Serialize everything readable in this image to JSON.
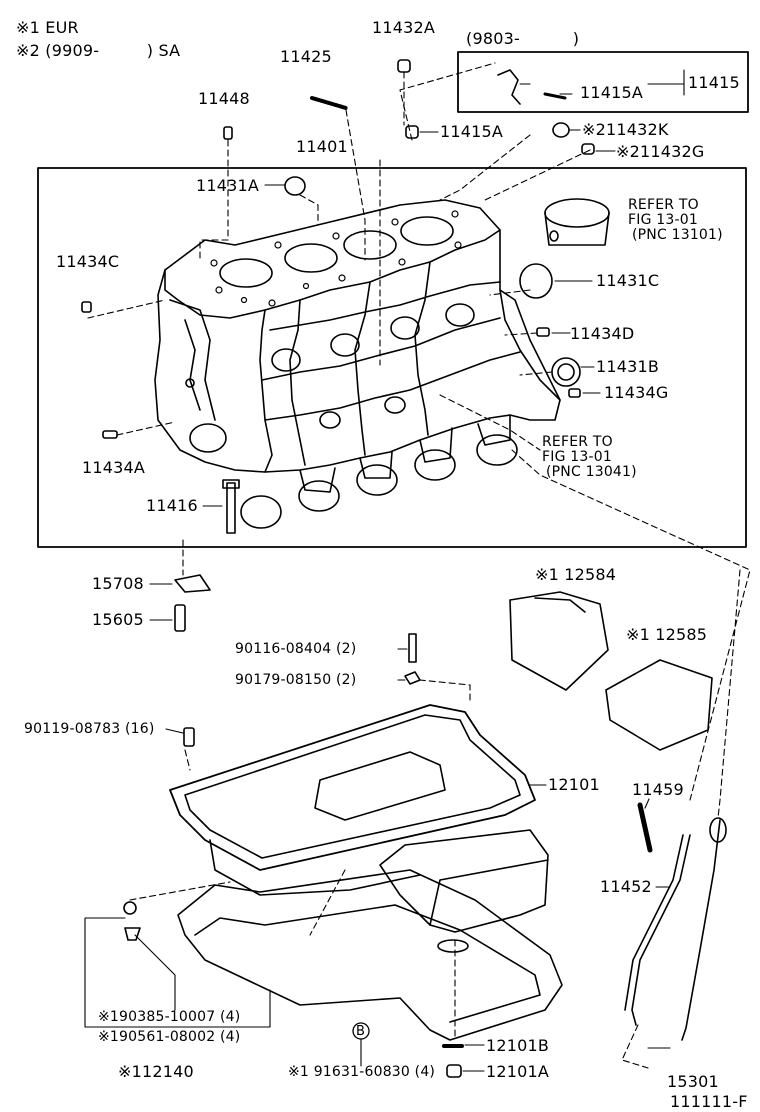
{
  "notes": {
    "n1": "※1 EUR",
    "n2": "※2 (9909-         ) SA"
  },
  "inset_header": "(9803-          )",
  "figure_id": "111111-F",
  "callouts": {
    "p11432A": "11432A",
    "p11425": "11425",
    "p11448": "11448",
    "p11401": "11401",
    "p11415A_top": "11415A",
    "p11415A": "11415A",
    "p11415": "11415",
    "p211432K": "※211432K",
    "p211432G": "※211432G",
    "p11431A": "11431A",
    "p11434C": "11434C",
    "p11431C": "11431C",
    "p11434D": "11434D",
    "p11431B": "11431B",
    "p11434G": "11434G",
    "p11434A": "11434A",
    "p11416": "11416",
    "p15708": "15708",
    "p15605": "15605",
    "p12584": "※1 12584",
    "p12585": "※1 12585",
    "p90116": "90116-08404 (2)",
    "p90179": "90179-08150 (2)",
    "p90119": "90119-08783 (16)",
    "p12101": "12101",
    "p11459": "11459",
    "p11452": "11452",
    "p190385": "※190385-10007 (4)",
    "p190561": "※190561-08002 (4)",
    "p112140": "※112140",
    "pB": "B",
    "p91631": "※1 91631-60830 (4)",
    "p12101B": "12101B",
    "p12101A": "12101A",
    "p15301": "15301"
  },
  "refers": {
    "r1_line1": "REFER TO",
    "r1_line2": "FIG 13-01",
    "r1_line3": "(PNC 13101)",
    "r2_line1": "REFER TO",
    "r2_line2": "FIG 13-01",
    "r2_line3": "(PNC 13041)"
  }
}
